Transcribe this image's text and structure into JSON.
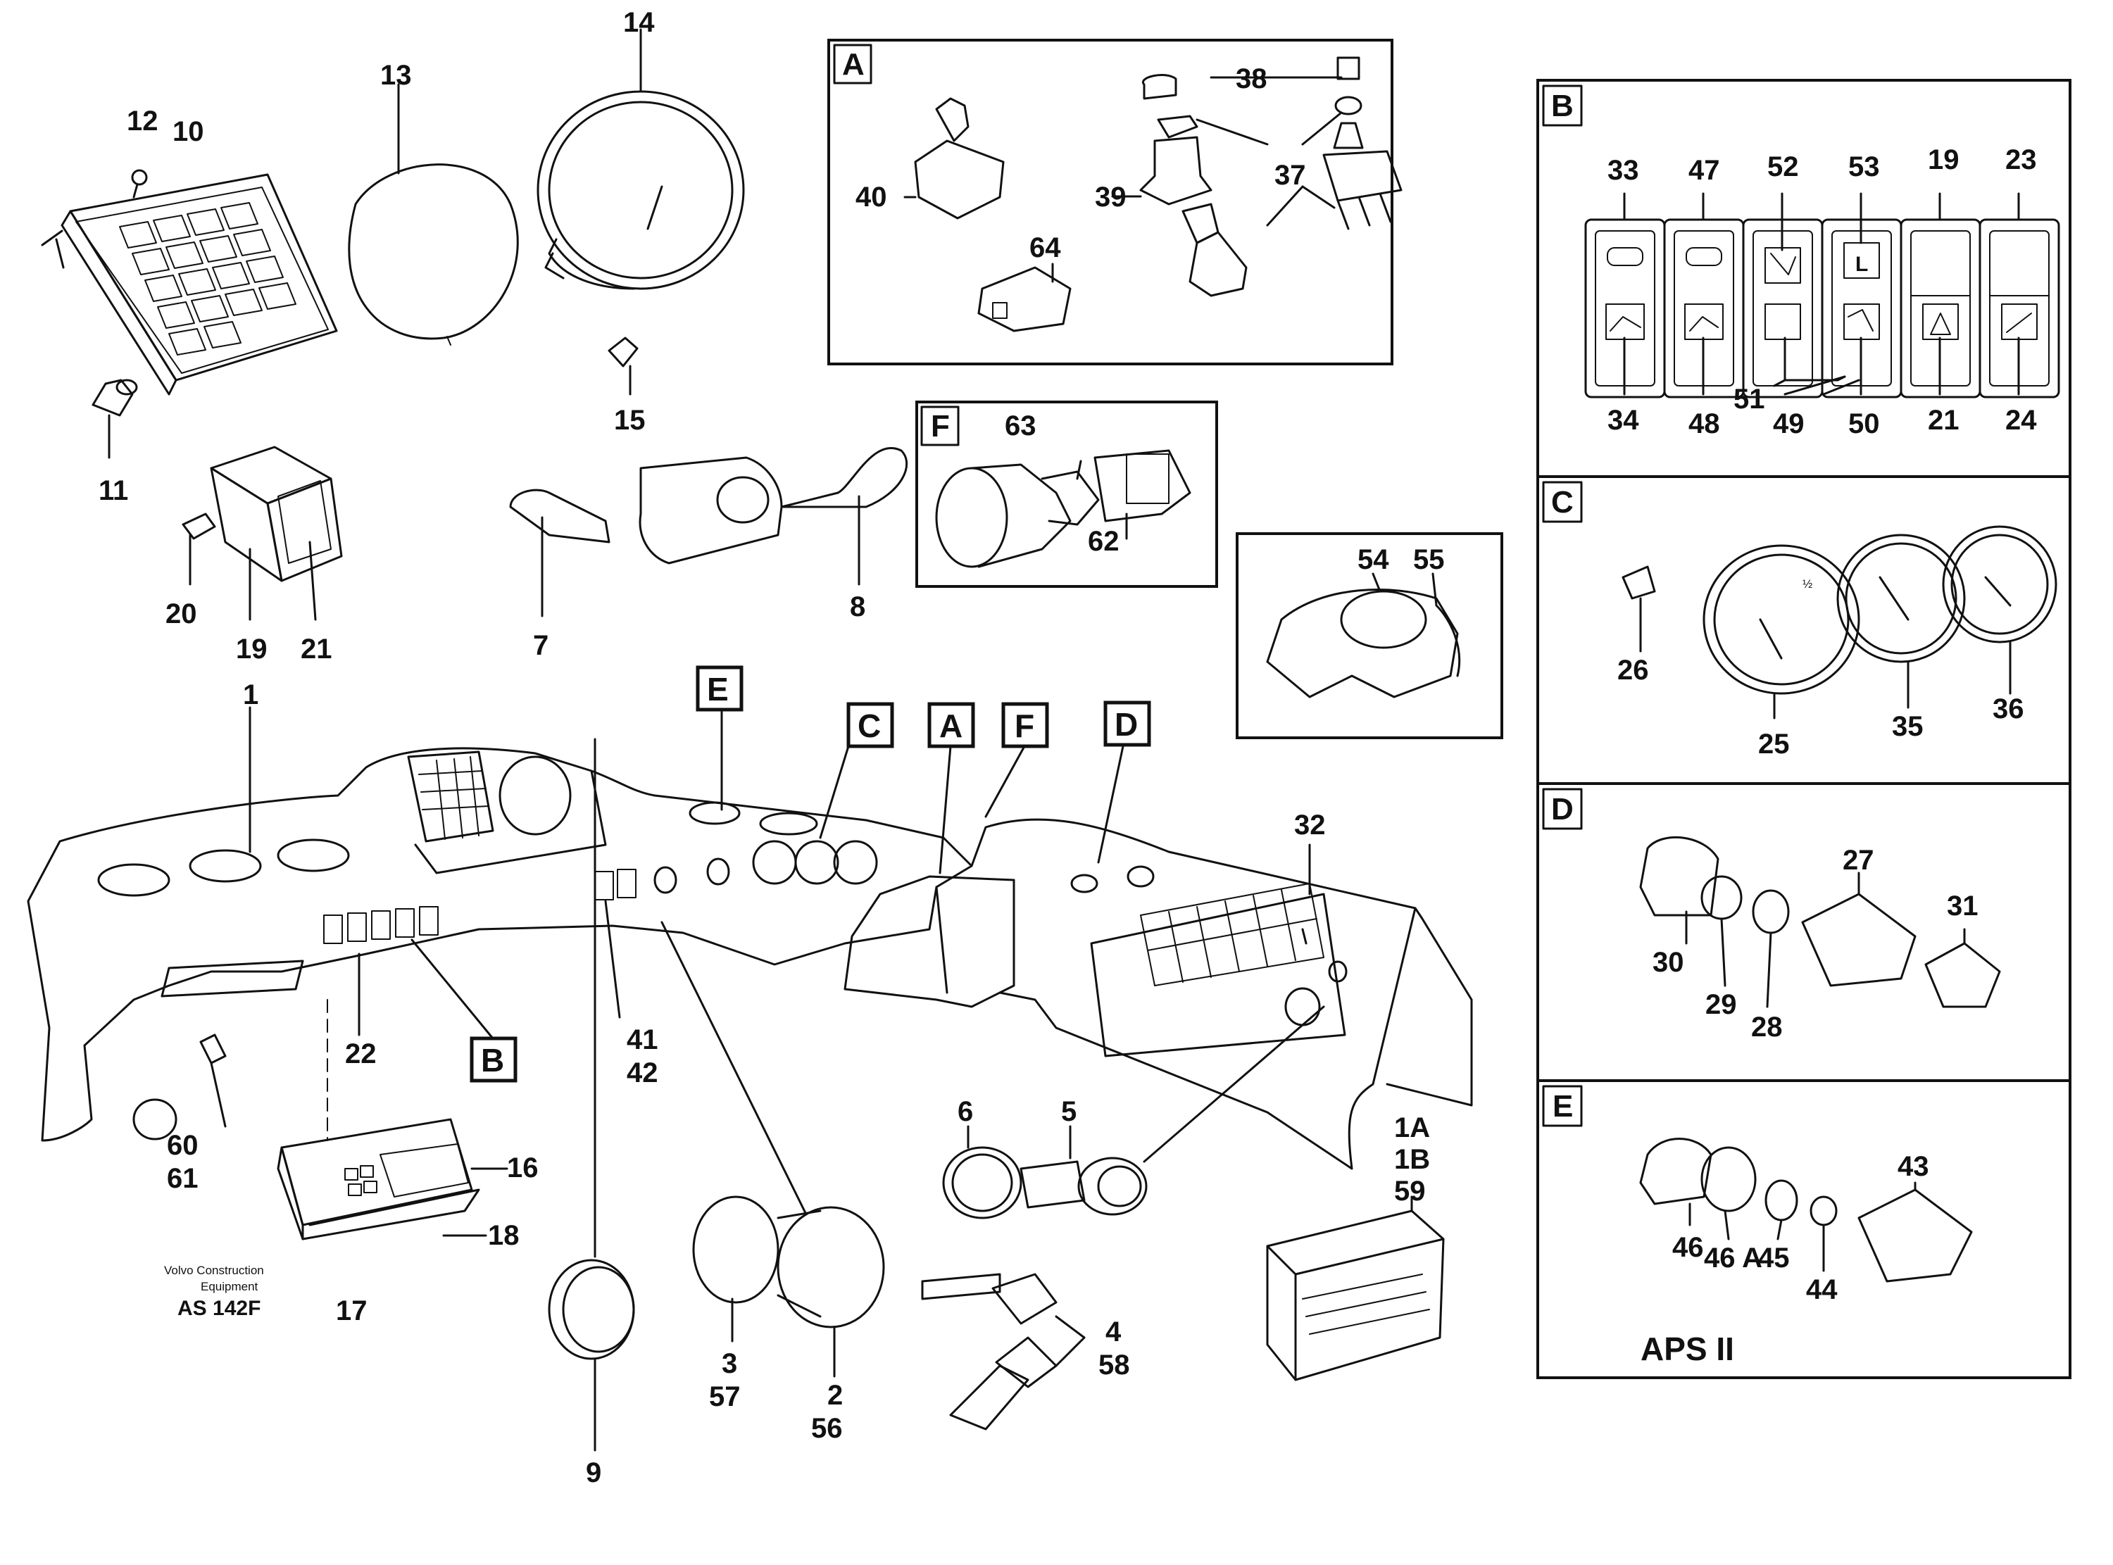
{
  "letters": {
    "A": "A",
    "B": "B",
    "C": "C",
    "D": "D",
    "E": "E",
    "F": "F"
  },
  "parts": {
    "p1": "1",
    "p1a": "1A",
    "p1b": "1B",
    "p2": "2",
    "p3": "3",
    "p4": "4",
    "p5": "5",
    "p6": "6",
    "p7": "7",
    "p8": "8",
    "p9": "9",
    "p10": "10",
    "p11": "11",
    "p12": "12",
    "p13": "13",
    "p14": "14",
    "p15": "15",
    "p16": "16",
    "p17": "17",
    "p18": "18",
    "p19": "19",
    "p19b": "19",
    "p20": "20",
    "p21": "21",
    "p21b": "21",
    "p22": "22",
    "p23": "23",
    "p24": "24",
    "p25": "25",
    "p26": "26",
    "p27": "27",
    "p28": "28",
    "p29": "29",
    "p30": "30",
    "p31": "31",
    "p32": "32",
    "p33": "33",
    "p34": "34",
    "p35": "35",
    "p36": "36",
    "p37": "37",
    "p38": "38",
    "p39": "39",
    "p40": "40",
    "p41": "41",
    "p42": "42",
    "p43": "43",
    "p44": "44",
    "p45": "45",
    "p46": "46",
    "p46a": "46 A",
    "p47": "47",
    "p48": "48",
    "p49": "49",
    "p50": "50",
    "p51": "51",
    "p52": "52",
    "p53": "53",
    "p54": "54",
    "p55": "55",
    "p56": "56",
    "p57": "57",
    "p58": "58",
    "p59": "59",
    "p60": "60",
    "p61": "61",
    "p62": "62",
    "p63": "63",
    "p64": "64"
  },
  "caption": {
    "line1": "Volvo Construction",
    "line2": "Equipment",
    "code": "AS 142F"
  },
  "variant_label": "APS II",
  "switch_symbol_L": "L",
  "gauge_half": "½"
}
